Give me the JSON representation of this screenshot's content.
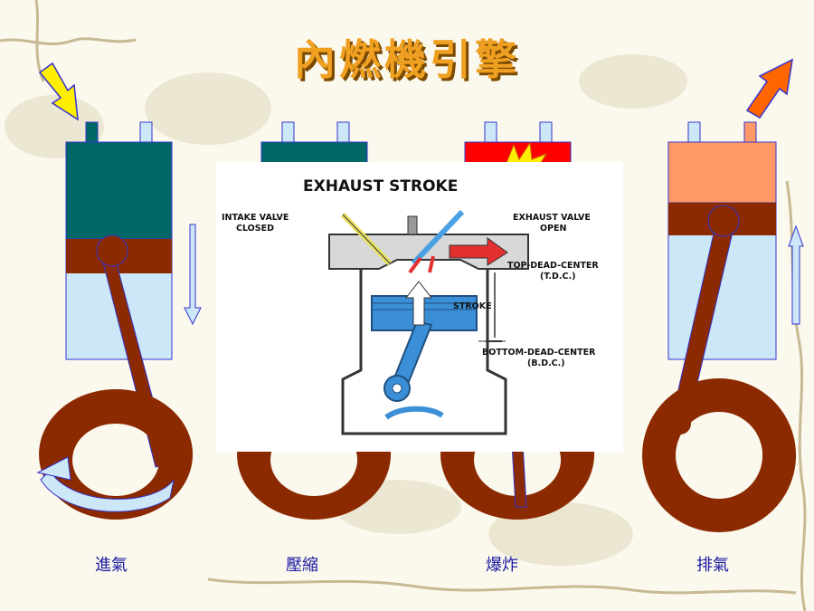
{
  "title": "內燃機引擎",
  "strokes": [
    {
      "caption": "進氣"
    },
    {
      "caption": "壓縮"
    },
    {
      "caption": "爆炸"
    },
    {
      "caption": "排氣"
    }
  ],
  "inset": {
    "heading": "EXHAUST STROKE",
    "intake_valve_line1": "INTAKE VALVE",
    "intake_valve_line2": "CLOSED",
    "exhaust_valve_line1": "EXHAUST VALVE",
    "exhaust_valve_line2": "OPEN",
    "tdc_line1": "TOP-DEAD-CENTER",
    "tdc_line2": "(T.D.C.)",
    "stroke": "STROKE",
    "bdc_line1": "BOTTOM-DEAD-CENTER",
    "bdc_line2": "(B.D.C.)"
  },
  "colors": {
    "teal": "#006666",
    "brown": "#8b2a00",
    "light_blue": "#cce8f8",
    "salmon": "#ff9966",
    "red": "#ff0000",
    "yellow_arrow": "#ffee00",
    "orange_arrow": "#ff6600",
    "title": "#f0a020"
  }
}
